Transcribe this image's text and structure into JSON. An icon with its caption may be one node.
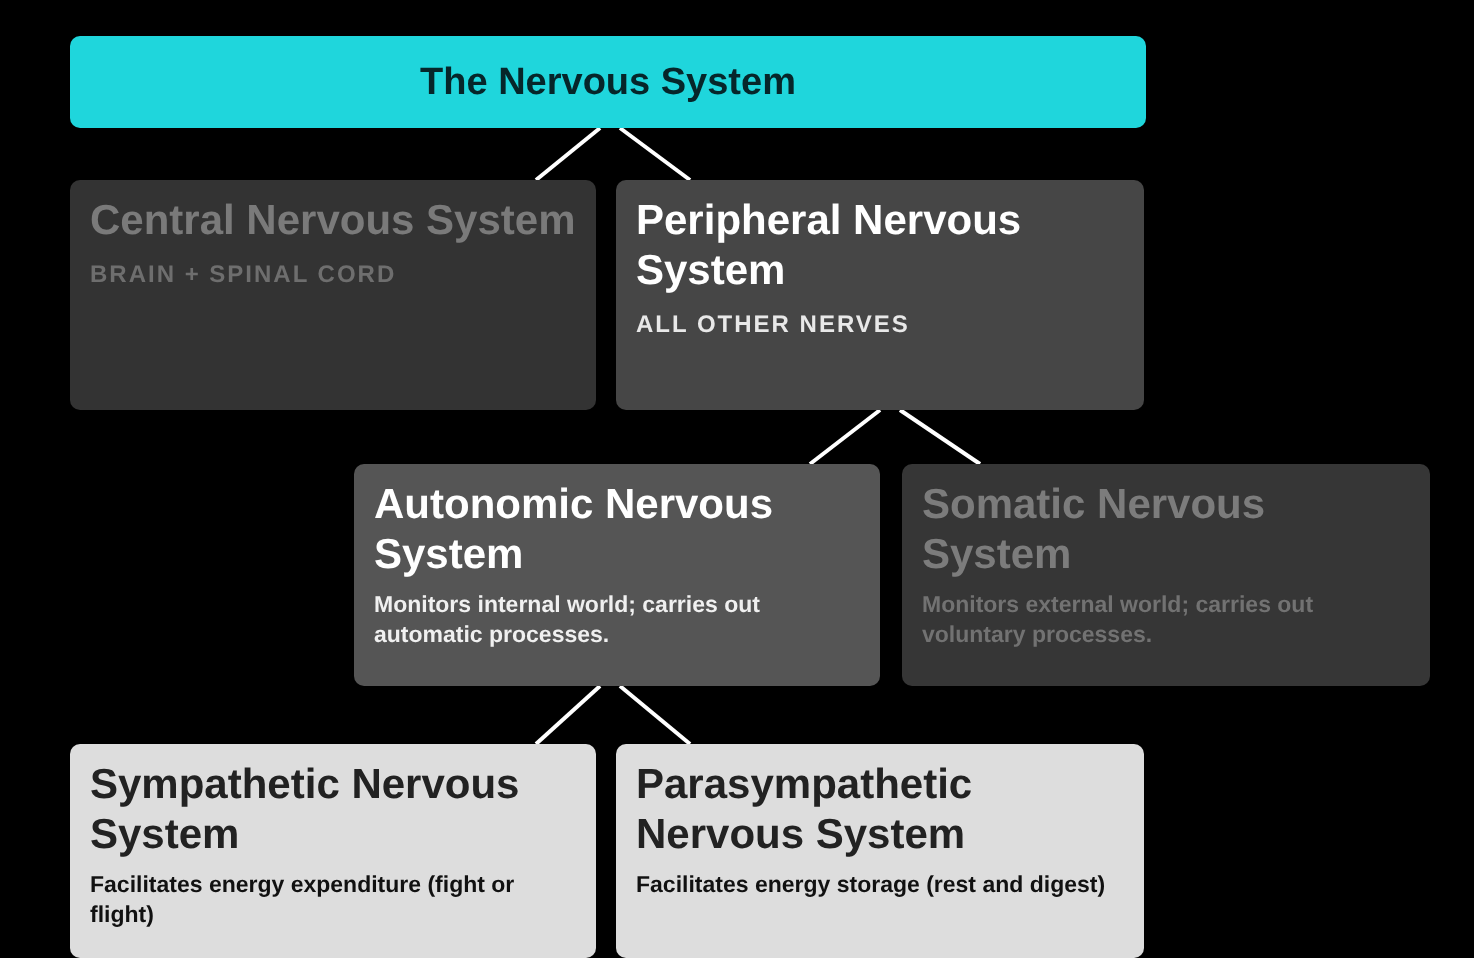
{
  "diagram": {
    "nodes": [
      {
        "text": [
          "The Nervous System"
        ]
      },
      {
        "text": [
          "Central Nervous System",
          "BRAIN + SPINAL CORD"
        ]
      },
      {
        "text": [
          "Peripheral Nervous System",
          "ALL OTHER NERVES"
        ]
      },
      {
        "text": [
          "Autonomic Nervous System",
          "Monitors internal world; carries out automatic processes."
        ]
      },
      {
        "text": [
          "Somatic Nervous System",
          "Monitors external world; carries out voluntary processes."
        ]
      },
      {
        "text": [
          "Sympathetic Nervous System",
          "Facilitates energy expenditure (fight or flight)"
        ]
      },
      {
        "text": [
          "Parasympathetic Nervous System",
          "Facilitates energy storage (rest and digest)"
        ]
      }
    ],
    "edges": [
      {
        "from": 0,
        "to": 1,
        "arrow": "none"
      },
      {
        "from": 0,
        "to": 2,
        "arrow": "none"
      },
      {
        "from": 2,
        "to": 3,
        "arrow": "none"
      },
      {
        "from": 2,
        "to": 4,
        "arrow": "none"
      },
      {
        "from": 3,
        "to": 5,
        "arrow": "none"
      },
      {
        "from": 3,
        "to": 6,
        "arrow": "none"
      }
    ]
  }
}
